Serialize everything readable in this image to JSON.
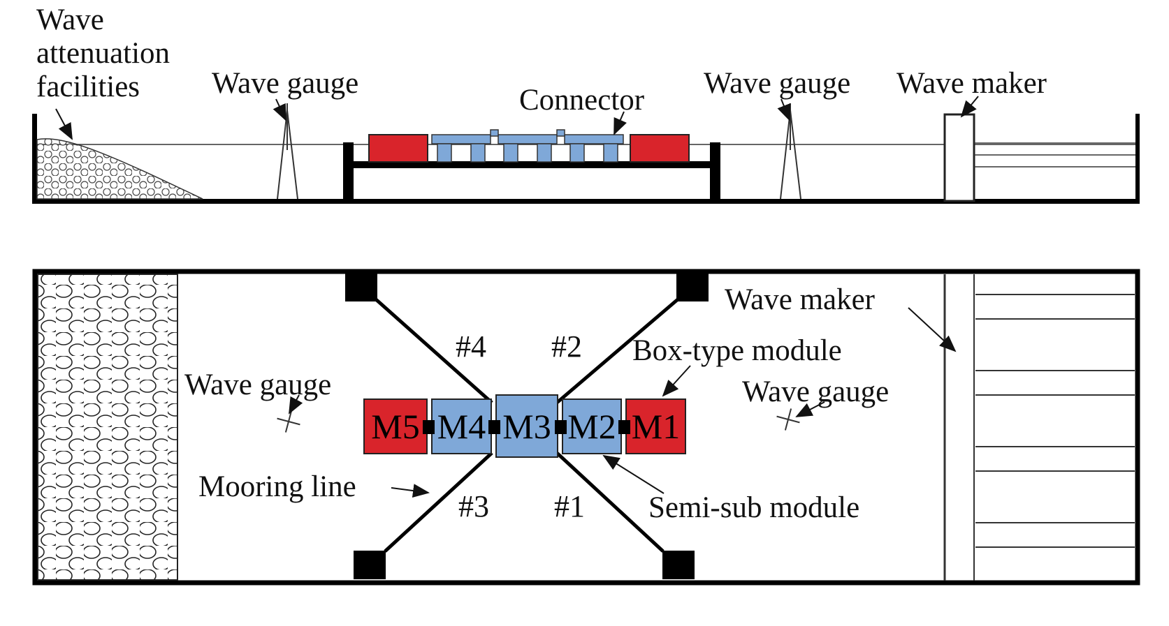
{
  "figure": {
    "description": "Wave flume experimental setup: side view (top) and plan view (bottom)"
  },
  "colors": {
    "box_module_red": "#d9242b",
    "semi_sub_blue": "#7fa8d8",
    "line_black": "#000000",
    "background": "#ffffff"
  },
  "side_view": {
    "labels": {
      "wave_attenuation": "Wave\nattenuation\nfacilities",
      "wave_gauge_left": "Wave gauge",
      "connector": "Connector",
      "wave_gauge_right": "Wave gauge",
      "wave_maker": "Wave maker"
    }
  },
  "plan_view": {
    "labels": {
      "wave_maker": "Wave maker",
      "box_type_module": "Box-type module",
      "wave_gauge_left": "Wave gauge",
      "wave_gauge_right": "Wave gauge",
      "mooring_line": "Mooring line",
      "semi_sub_module": "Semi-sub module"
    },
    "modules": [
      {
        "label": "M5",
        "type": "box"
      },
      {
        "label": "M4",
        "type": "semi-sub"
      },
      {
        "label": "M3",
        "type": "semi-sub"
      },
      {
        "label": "M2",
        "type": "semi-sub"
      },
      {
        "label": "M1",
        "type": "box"
      }
    ],
    "mooring_lines": [
      {
        "label": "#4"
      },
      {
        "label": "#2"
      },
      {
        "label": "#3"
      },
      {
        "label": "#1"
      }
    ]
  }
}
